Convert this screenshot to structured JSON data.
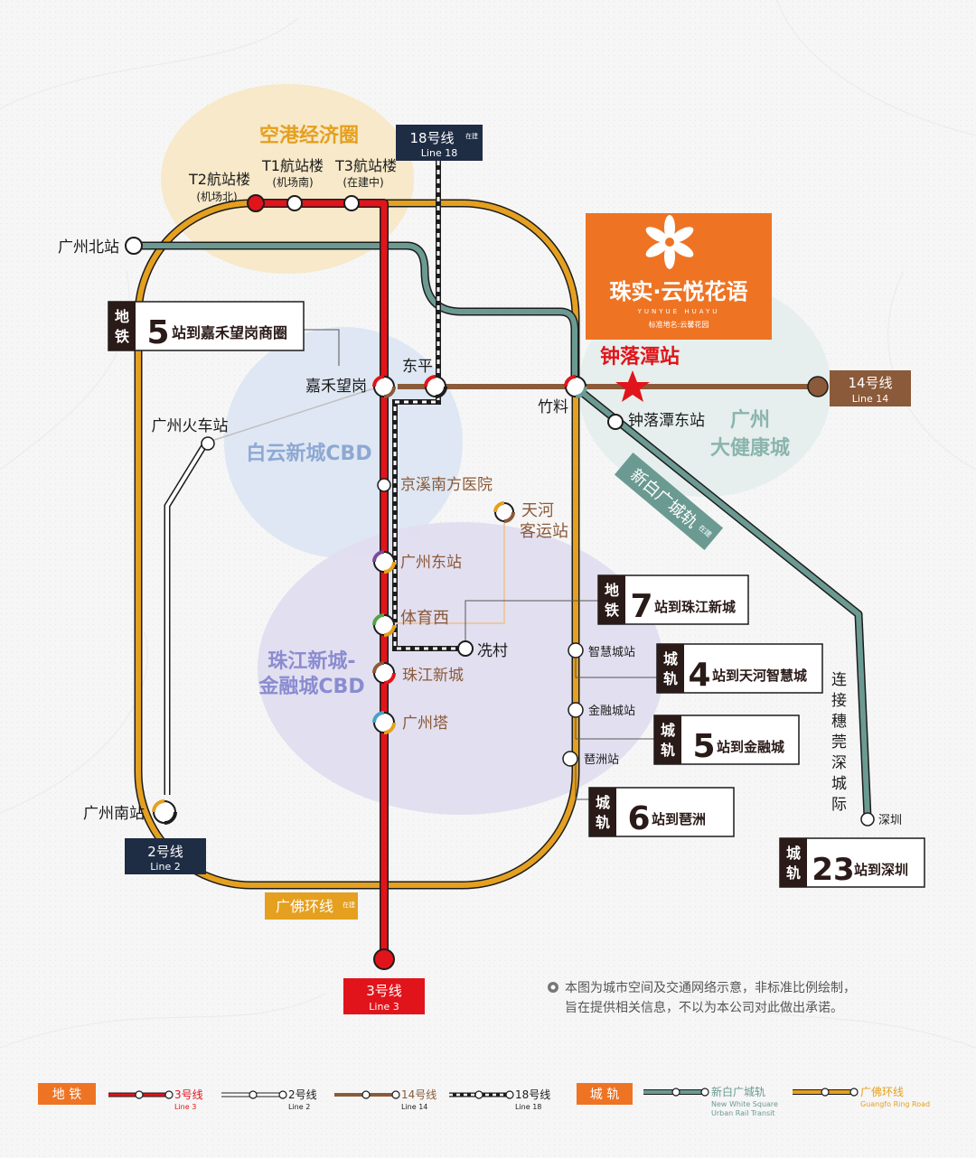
{
  "map": {
    "zones": {
      "airport": "空港经济圈",
      "baiyun_cbd": "白云新城CBD",
      "zhujiang_cbd_1": "珠江新城-",
      "zhujiang_cbd_2": "金融城CBD",
      "health_1": "广州",
      "health_2": "大健康城"
    },
    "stations": {
      "t2": "T2航站楼",
      "t2_sub": "(机场北)",
      "t1": "T1航站楼",
      "t1_sub": "(机场南)",
      "t3": "T3航站楼",
      "t3_sub": "(在建中)",
      "gz_north": "广州北站",
      "jiahe": "嘉禾望岗",
      "dongping": "东平",
      "zhuliao": "竹料",
      "zhongluotan": "钟落潭站",
      "zhongluotan_east": "钟落潭东站",
      "gz_railway": "广州火车站",
      "jingxi": "京溪南方医院",
      "tianhe_1": "天河",
      "tianhe_2": "客运站",
      "gz_east": "广州东站",
      "tiyuxi": "体育西",
      "xiancun": "冼村",
      "zhujiang_newtown": "珠江新城",
      "canton_tower": "广州塔",
      "smart_city": "智慧城站",
      "finance_city": "金融城站",
      "pazhou": "琶洲站",
      "gz_south": "广州南站",
      "shenzhen": "深圳"
    },
    "lines": {
      "l18": "18号线",
      "l18_sub": "在建",
      "l18_en": "Line 18",
      "l14": "14号线",
      "l14_en": "Line 14",
      "l2": "2号线",
      "l2_en": "Line 2",
      "l3": "3号线",
      "l3_en": "Line 3",
      "guangfo": "广佛环线",
      "guangfo_sub": "在建",
      "xinbai": "新白广城轨",
      "xinbai_sub": "在建",
      "connect": "连接穗莞深城际"
    },
    "callouts": [
      {
        "tag1": "地",
        "tag2": "铁",
        "num": "5",
        "text": "站到嘉禾望岗商圈"
      },
      {
        "tag1": "地",
        "tag2": "铁",
        "num": "7",
        "text": "站到珠江新城"
      },
      {
        "tag1": "城",
        "tag2": "轨",
        "num": "4",
        "text": "站到天河智慧城"
      },
      {
        "tag1": "城",
        "tag2": "轨",
        "num": "5",
        "text": "站到金融城"
      },
      {
        "tag1": "城",
        "tag2": "轨",
        "num": "6",
        "text": "站到琶洲"
      },
      {
        "tag1": "城",
        "tag2": "轨",
        "num": "23",
        "text": "站到深圳"
      }
    ],
    "brand": {
      "name": "珠实·云悦花语",
      "pinyin": "YUNYUE HUAYU",
      "sub": "标准地名:云馨花园"
    },
    "disclaimer": {
      "line1": "本图为城市空间及交通网络示意，非标准比例绘制，",
      "line2": "旨在提供相关信息，不以为本公司对此做出承诺。"
    }
  },
  "legend": {
    "metro": "地 铁",
    "l3": "3号线",
    "l3_en": "Line 3",
    "l2": "2号线",
    "l2_en": "Line 2",
    "l14": "14号线",
    "l14_en": "Line 14",
    "l18": "18号线",
    "l18_en": "Line 18",
    "rail": "城 轨",
    "xinbai": "新白广城轨",
    "xinbai_en1": "New White Square",
    "xinbai_en2": "Urban Rail Transit",
    "guangfo": "广佛环线",
    "guangfo_en": "Guangfo Ring Road"
  },
  "colors": {
    "line3": "#e1141b",
    "line14": "#8a5a3a",
    "line18": "#1c1c1c",
    "guangfo": "#e5a01f",
    "xinbai": "#6b9a92",
    "brand": "#ee7424",
    "navy": "#1e2c44"
  }
}
